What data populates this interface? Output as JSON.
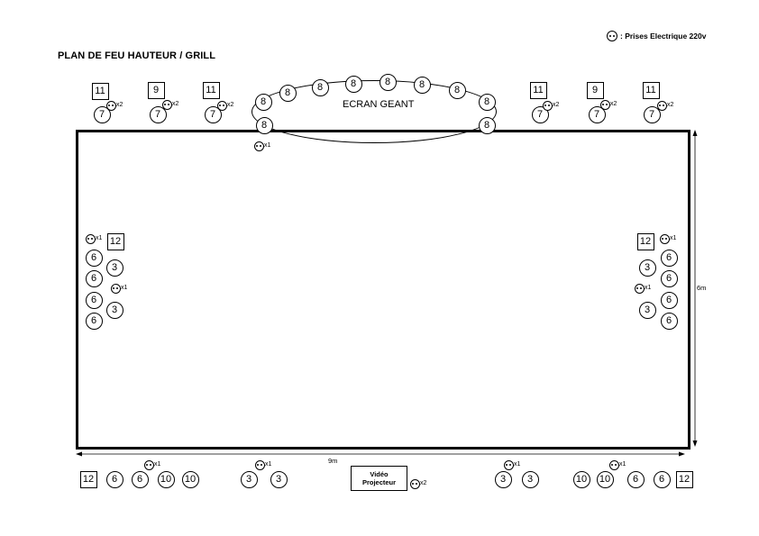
{
  "title": "PLAN DE FEU HAUTEUR / GRILL",
  "legend": {
    "icon": "outlet-icon",
    "text": ": Prises Electrique 220v"
  },
  "screen": {
    "label": "ECRAN GEANT"
  },
  "video": {
    "line1": "Vidéo",
    "line2": "Projecteur"
  },
  "dimensions": {
    "width": "9m",
    "height": "6m"
  },
  "screen_lamps": [
    "8",
    "8",
    "8",
    "8",
    "8",
    "8",
    "8",
    "8",
    "8",
    "8"
  ],
  "top_units": [
    {
      "square": "11",
      "circle": "7",
      "outlet": "x2"
    },
    {
      "square": "9",
      "circle": "7",
      "outlet": "x2"
    },
    {
      "square": "11",
      "circle": "7",
      "outlet": "x2"
    },
    {
      "square": "11",
      "circle": "7",
      "outlet": "x2"
    },
    {
      "square": "9",
      "circle": "7",
      "outlet": "x2"
    },
    {
      "square": "11",
      "circle": "7",
      "outlet": "x2"
    }
  ],
  "top_outlet": "x1",
  "left_side": {
    "square": "12",
    "outlets": [
      "x1",
      "x1"
    ],
    "six": [
      "6",
      "6",
      "6",
      "6"
    ],
    "three": [
      "3",
      "3"
    ]
  },
  "right_side": {
    "square": "12",
    "outlets": [
      "x1",
      "x1"
    ],
    "six": [
      "6",
      "6",
      "6",
      "6"
    ],
    "three": [
      "3",
      "3"
    ]
  },
  "bottom": {
    "left": [
      "12",
      "6",
      "6",
      "10",
      "10"
    ],
    "center_left": [
      "3",
      "3"
    ],
    "center_right": [
      "3",
      "3"
    ],
    "right": [
      "10",
      "10",
      "6",
      "6",
      "12"
    ],
    "outlets": [
      "x1",
      "x1",
      "x1",
      "x1"
    ],
    "video_outlet": "x2"
  }
}
